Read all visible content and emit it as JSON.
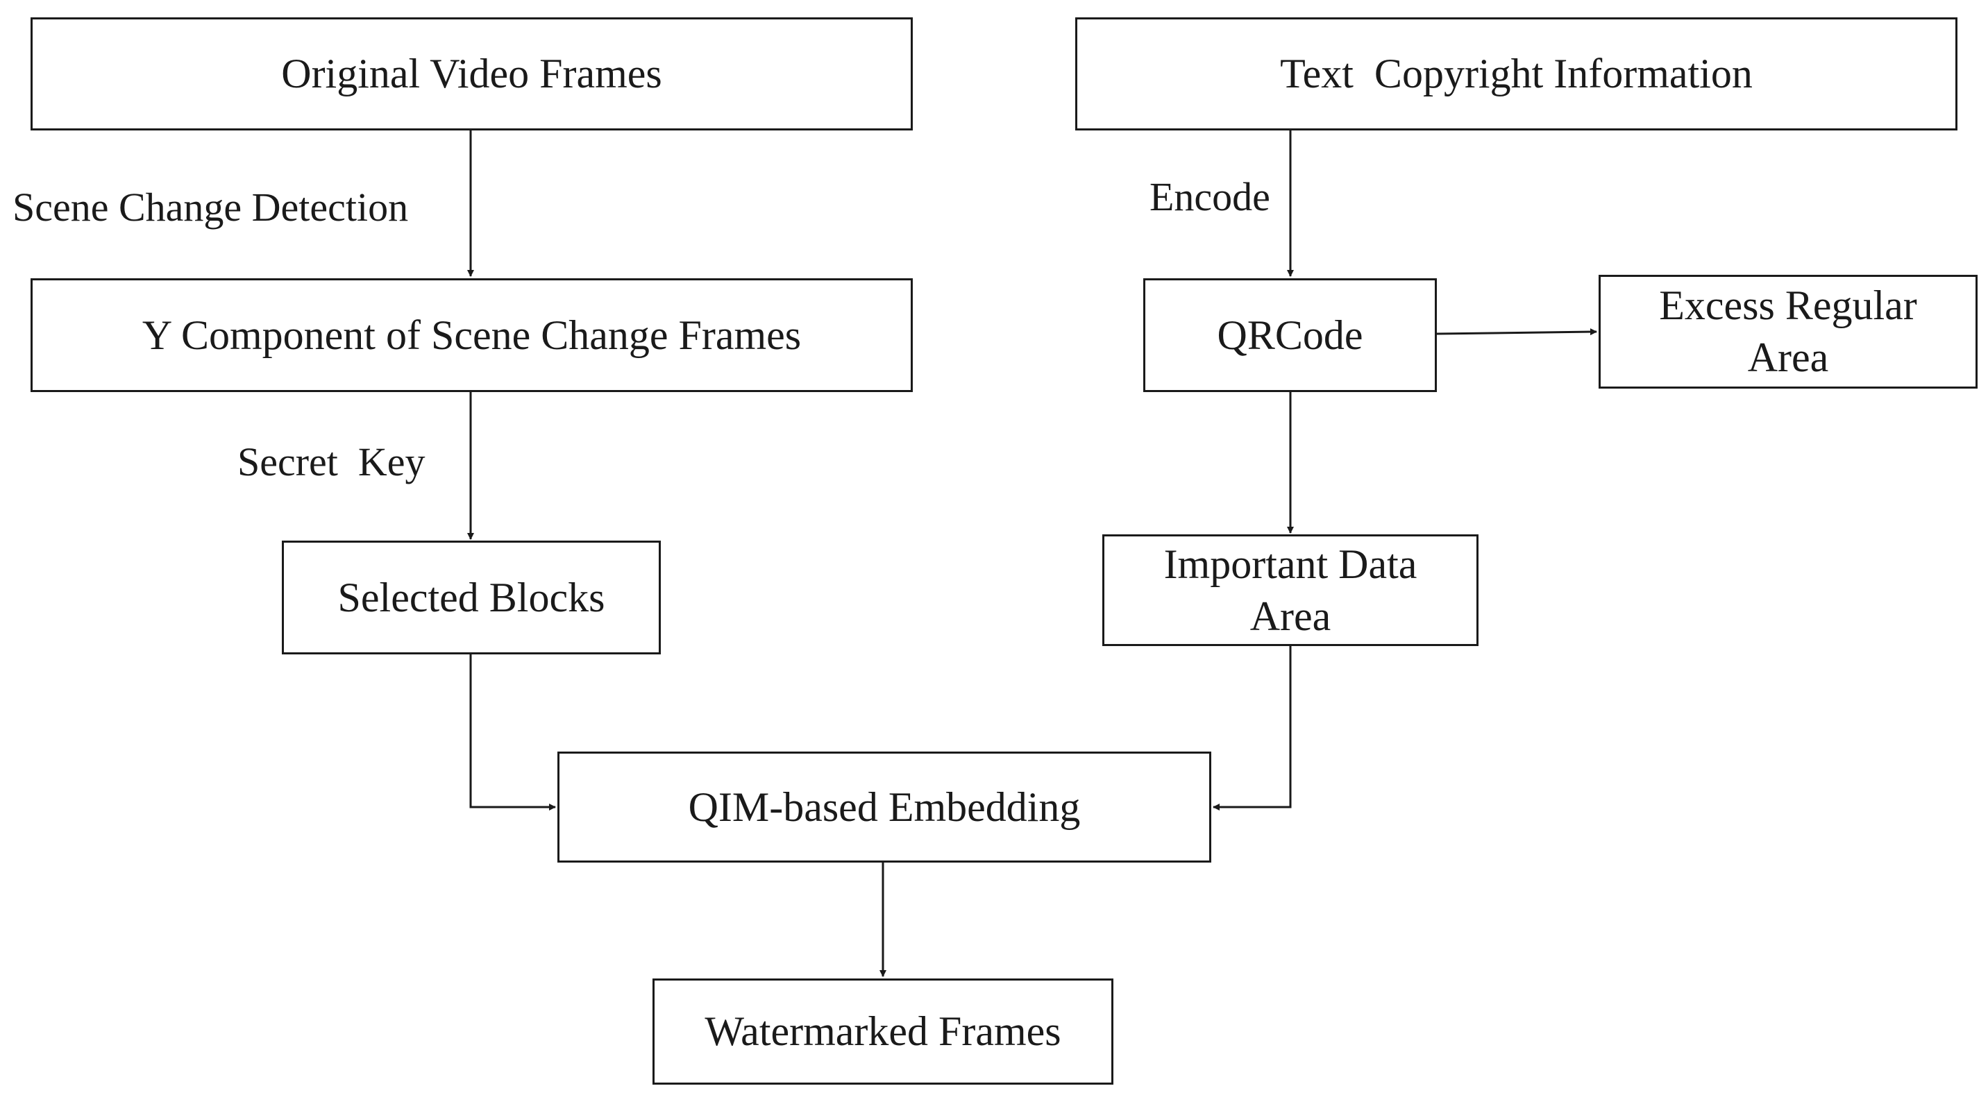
{
  "nodes": {
    "original_video_frames": "Original Video Frames",
    "text_copyright_information": "Text  Copyright Information",
    "y_component": "Y Component of Scene Change Frames",
    "qrcode": "QRCode",
    "excess_regular_area": "Excess Regular Area",
    "selected_blocks": "Selected Blocks",
    "important_data_area": "Important Data Area",
    "qim_embedding": "QIM-based Embedding",
    "watermarked_frames": "Watermarked Frames"
  },
  "edge_labels": {
    "scene_change_detection": "Scene Change Detection",
    "encode": "Encode",
    "secret_key": "Secret  Key"
  },
  "colors": {
    "stroke": "#1a1a1a",
    "background": "#ffffff"
  }
}
